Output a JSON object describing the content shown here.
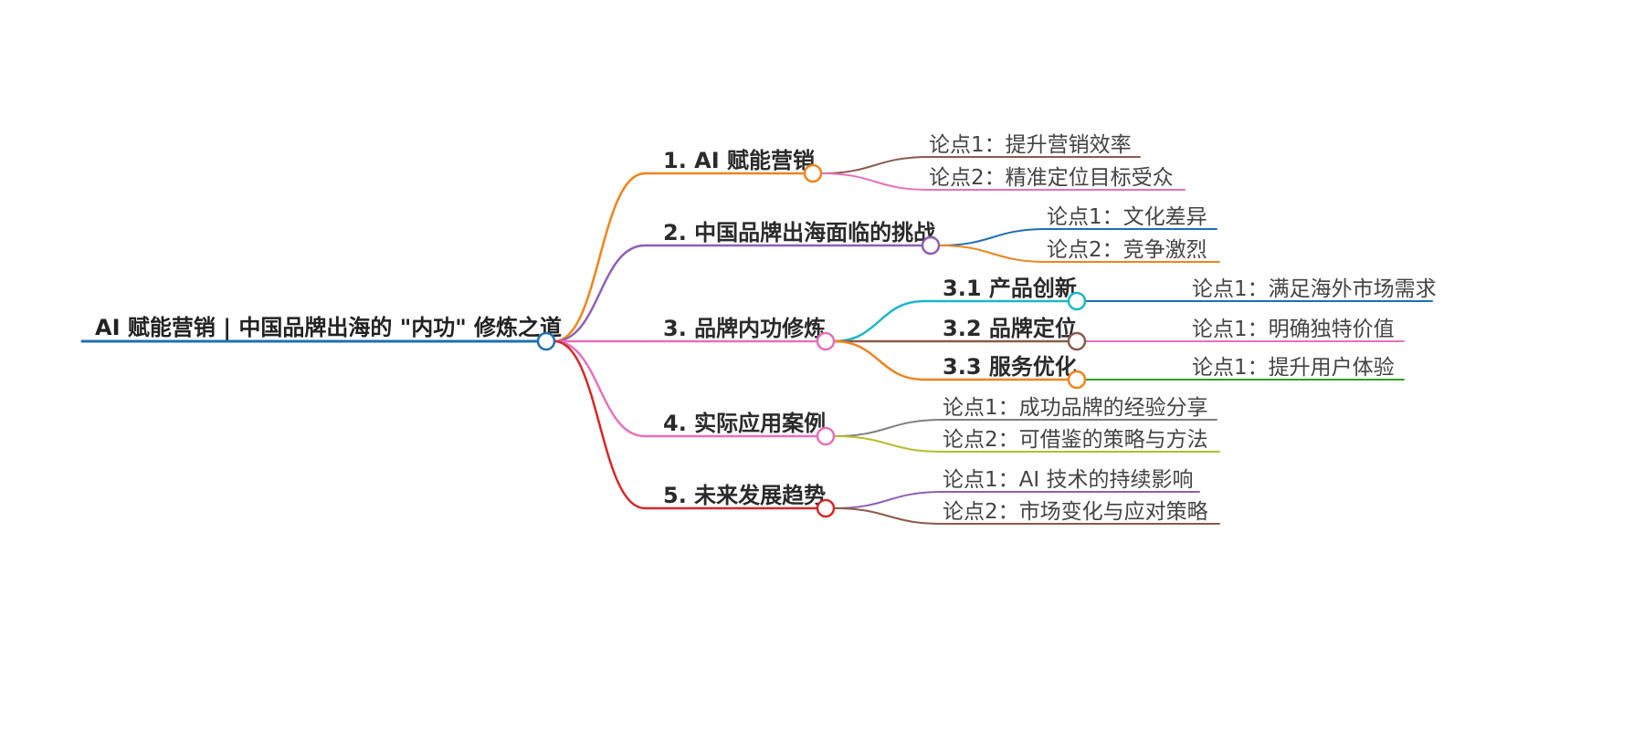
{
  "root": {
    "label": "AI 赋能营销 | 中国品牌出海的 \"内功\" 修炼之道",
    "color": "#1f6fb2"
  },
  "branches": [
    {
      "label": "1. AI 赋能营销",
      "color": "#f0831a",
      "children": [
        {
          "label": "论点1：提升营销效率",
          "color": "#8b5a4a",
          "children": []
        },
        {
          "label": "论点2：精准定位目标受众",
          "color": "#e76fbc",
          "children": []
        }
      ]
    },
    {
      "label": "2. 中国品牌出海面临的挑战",
      "color": "#8e5fb4",
      "children": [
        {
          "label": "论点1：文化差异",
          "color": "#1f6fb2",
          "children": []
        },
        {
          "label": "论点2：竞争激烈",
          "color": "#f0831a",
          "children": []
        }
      ]
    },
    {
      "label": "3. 品牌内功修炼",
      "color": "#e76fbc",
      "children": [
        {
          "label": "3.1 产品创新",
          "color": "#1ab7c9",
          "children": [
            {
              "label": "论点1：满足海外市场需求",
              "color": "#1f6fb2"
            }
          ]
        },
        {
          "label": "3.2 品牌定位",
          "color": "#8b5a4a",
          "children": [
            {
              "label": "论点1：明确独特价值",
              "color": "#e76fbc"
            }
          ]
        },
        {
          "label": "3.3 服务优化",
          "color": "#f0831a",
          "children": [
            {
              "label": "论点1：提升用户体验",
              "color": "#2ca02c"
            }
          ]
        }
      ]
    },
    {
      "label": "4. 实际应用案例",
      "color": "#e76fbc",
      "children": [
        {
          "label": "论点1：成功品牌的经验分享",
          "color": "#7f7f7f",
          "children": []
        },
        {
          "label": "论点2：可借鉴的策略与方法",
          "color": "#b5bd2a",
          "children": []
        }
      ]
    },
    {
      "label": "5. 未来发展趋势",
      "color": "#d62728",
      "children": [
        {
          "label": "论点1：AI 技术的持续影响",
          "color": "#8e5fb4",
          "children": []
        },
        {
          "label": "论点2：市场变化与应对策略",
          "color": "#8b5a4a",
          "children": []
        }
      ]
    }
  ]
}
